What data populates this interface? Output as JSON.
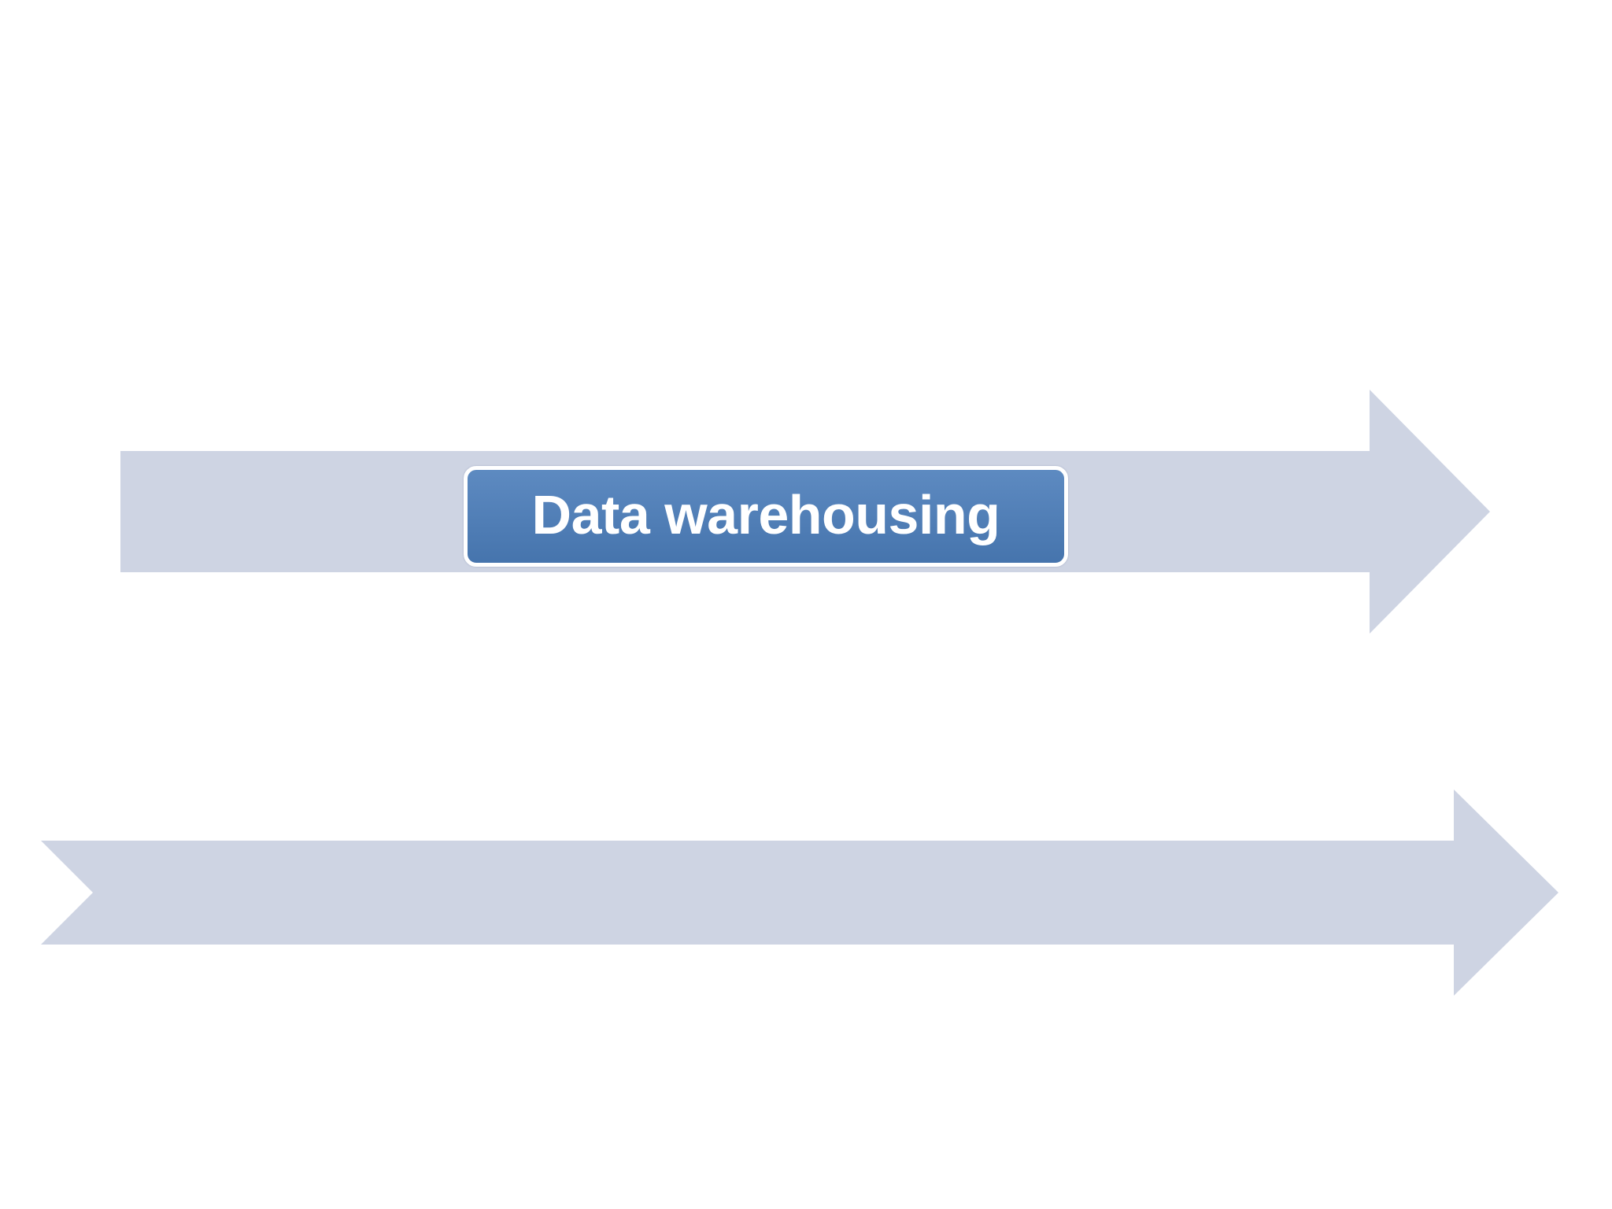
{
  "slide": {
    "background_color": "#ffffff"
  },
  "diagram": {
    "label": "Data warehousing",
    "colors": {
      "arrow_fill": "#ced4e3",
      "label_fill": "#4b7dba",
      "label_border": "#ffffff",
      "label_text_color": "#ffffff"
    },
    "shapes": {
      "top_arrow_name": "plain right arrow",
      "bottom_arrow_name": "notched right arrow"
    }
  }
}
